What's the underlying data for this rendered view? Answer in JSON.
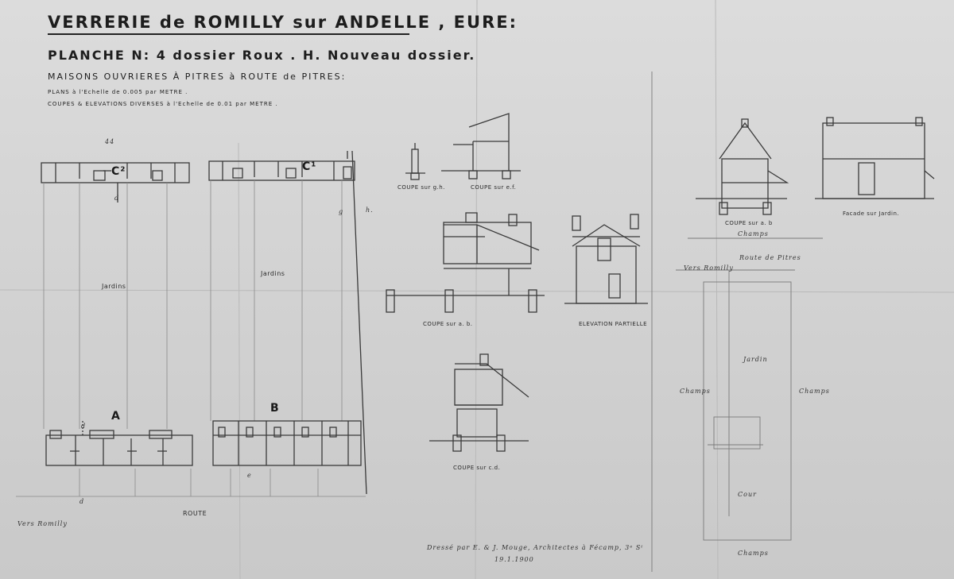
{
  "header": {
    "title": "VERRERIE de ROMILLY sur ANDELLE , EURE:",
    "plate": "PLANCHE N: 4 dossier Roux . H. Nouveau dossier.",
    "subtitle": "MAISONS OUVRIERES À PITRES à ROUTE de PITRES:",
    "scale_plans": "PLANS à l'Echelle de 0.005 par METRE .",
    "scale_sections": "COUPES & ELEVATIONS DIVERSES à l'Echelle de 0.01 par METRE ."
  },
  "labels": {
    "jardins_left": "Jardins",
    "jardins_right": "Jardins",
    "route": "ROUTE",
    "vers_romilly_bottom": "Vers Romilly",
    "vers_romilly_right": "Vers Romilly",
    "route_de_pitres": "Route de Pitres",
    "champs_top": "Champs",
    "champs_left": "Champs",
    "champs_right": "Champs",
    "champs_bottom": "Champs",
    "jardin": "Jardin",
    "cour": "Cour",
    "coupe_gh": "COUPE sur g.h.",
    "coupe_ef": "COUPE sur e.f.",
    "coupe_ab_middle": "COUPE sur a. b.",
    "elevation": "ELEVATION PARTIELLE",
    "coupe_cd": "COUPE sur c.d.",
    "coupe_ab_right": "COUPE sur a. b",
    "facade": "Facade sur Jardin.",
    "mark_c2": "C²",
    "mark_c1": "C¹",
    "mark_a": "A",
    "mark_b": "B",
    "mark_g": "g",
    "mark_h": "h.",
    "mark_d_bottom": "d",
    "mark_d_top": "d",
    "mark_e": "e",
    "mark_top": "44",
    "mark_dup": "d",
    "credit_line1": "Dressé par E. & J. Mouge, Architectes à Fécamp, 3ᵉ Sᵗ",
    "credit_line2": "19.1.1900"
  }
}
